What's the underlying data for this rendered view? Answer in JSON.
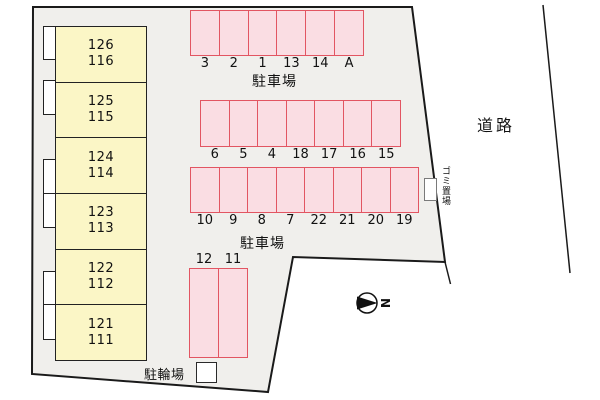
{
  "site": {
    "colors": {
      "lot_fill": "#f0efec",
      "boundary": "#1a1a1a",
      "room_fill": "#fbf6c6",
      "room_border": "#222222",
      "space_fill": "#fadde3",
      "space_border": "#e25562",
      "text": "#111111"
    },
    "labels": {
      "parking_top": "駐車場",
      "parking_mid": "駐車場",
      "bicycle": "駐輪場",
      "road": "道路",
      "garbage": "ゴミ置場",
      "north": "N"
    }
  },
  "building": {
    "units": [
      {
        "upper": "126",
        "lower": "116"
      },
      {
        "upper": "125",
        "lower": "115"
      },
      {
        "upper": "124",
        "lower": "114"
      },
      {
        "upper": "123",
        "lower": "113"
      },
      {
        "upper": "122",
        "lower": "112"
      },
      {
        "upper": "121",
        "lower": "111"
      }
    ]
  },
  "parking": {
    "row_top": [
      "3",
      "2",
      "1",
      "13",
      "14",
      "A"
    ],
    "row_mid": [
      "6",
      "5",
      "4",
      "18",
      "17",
      "16",
      "15"
    ],
    "row_lower": [
      "10",
      "9",
      "8",
      "7",
      "22",
      "21",
      "20",
      "19"
    ],
    "row_bottom": [
      "12",
      "11"
    ]
  }
}
